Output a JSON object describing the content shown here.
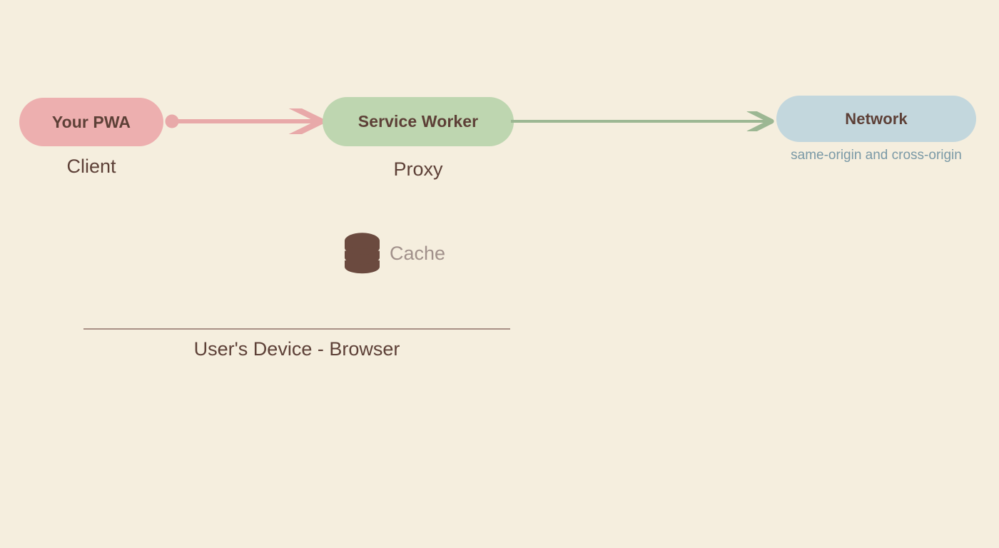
{
  "diagram": {
    "background_color": "#F5EEDE",
    "nodes": [
      {
        "id": "pwa",
        "label": "Your PWA",
        "caption": "Client",
        "color": "#EDAFAF"
      },
      {
        "id": "service-worker",
        "label": "Service Worker",
        "caption": "Proxy",
        "color": "#BED6B0"
      },
      {
        "id": "network",
        "label": "Network",
        "caption": "same-origin and cross-origin",
        "color": "#C3D7DD",
        "caption_color": "#7A99A6"
      }
    ],
    "connectors": [
      {
        "id": "pwa-to-service-worker",
        "from": "pwa",
        "to": "service-worker",
        "color": "#E8A9A9",
        "start_marker": "dot",
        "end_marker": "arrow"
      },
      {
        "id": "service-worker-to-network",
        "from": "service-worker",
        "to": "network",
        "color": "#9CB793",
        "start_marker": "none",
        "end_marker": "arrow"
      }
    ],
    "cache": {
      "label": "Cache",
      "icon": "database-icon",
      "icon_color": "#6B4A3F",
      "label_color": "#A1918B"
    },
    "boundary": {
      "label": "User's Device - Browser",
      "line_color": "#A99086",
      "label_color": "#5D4037"
    }
  }
}
